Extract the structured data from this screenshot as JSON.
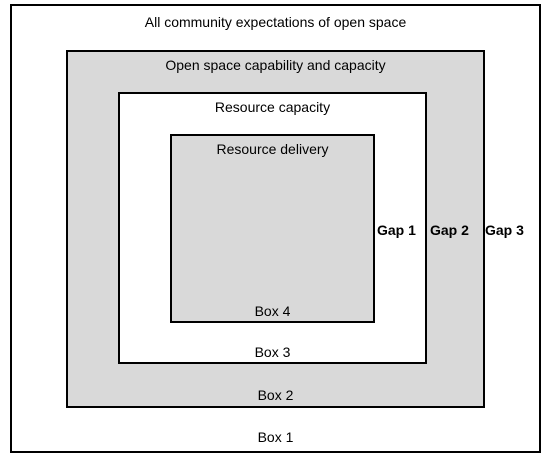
{
  "diagram": {
    "box1": {
      "title": "All community expectations of open space",
      "label": "Box 1",
      "fill": "#ffffff"
    },
    "box2": {
      "title": "Open space capability and capacity",
      "label": "Box 2",
      "fill": "#d9d9d9"
    },
    "box3": {
      "title": "Resource capacity",
      "label": "Box 3",
      "fill": "#ffffff"
    },
    "box4": {
      "title": "Resource delivery",
      "label": "Box 4",
      "fill": "#d9d9d9"
    },
    "gaps": [
      "Gap 1",
      "Gap 2",
      "Gap 3"
    ]
  }
}
